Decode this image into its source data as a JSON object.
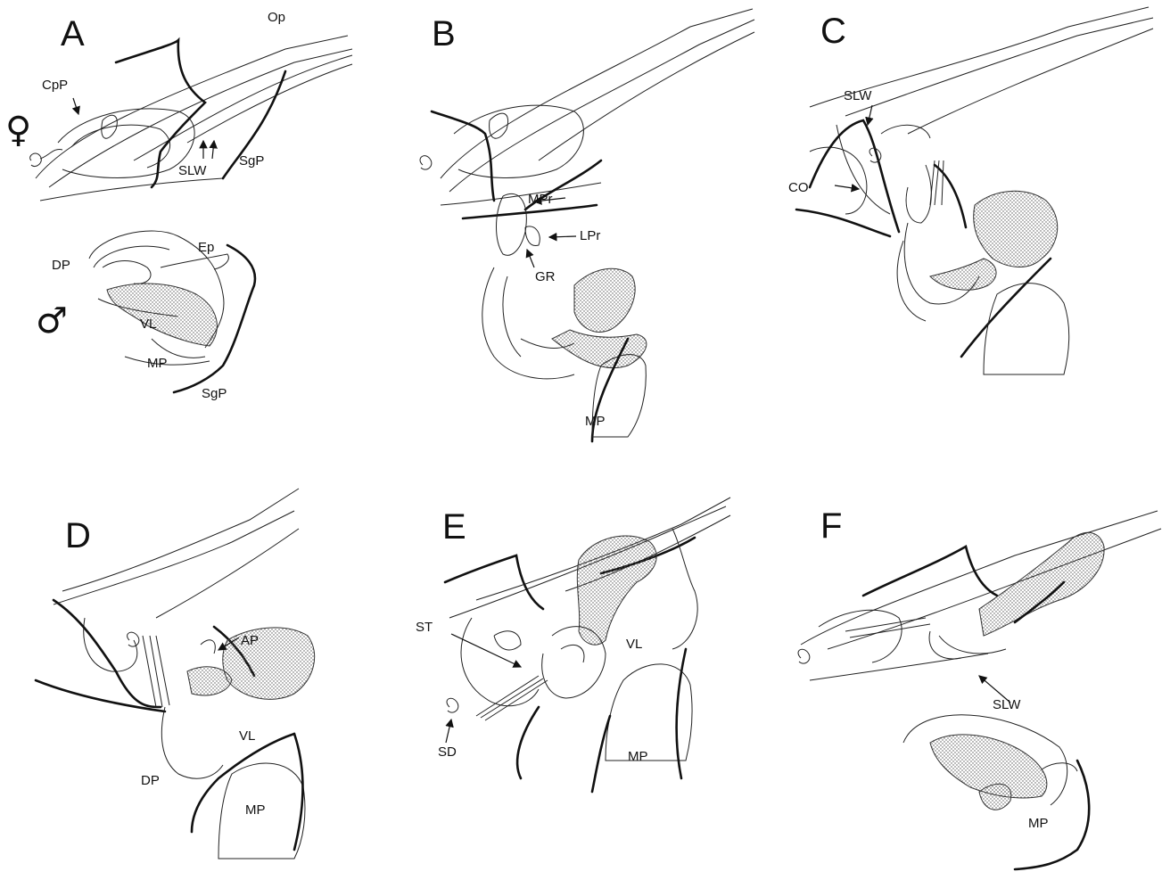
{
  "panels": [
    {
      "letter": "A",
      "labels": {
        "op": "Op",
        "cpp": "CpP",
        "slw": "SLW",
        "sgp_top": "SgP",
        "ep": "Ep",
        "dp": "DP",
        "vl": "VL",
        "mp": "MP",
        "sgp_bottom": "SgP"
      },
      "symbols": {
        "female": "♀",
        "male": "♂"
      }
    },
    {
      "letter": "B",
      "labels": {
        "mpr": "MPr",
        "lpr": "LPr",
        "gr": "GR",
        "mp": "MP"
      }
    },
    {
      "letter": "C",
      "labels": {
        "slw": "SLW",
        "co": "CO"
      }
    },
    {
      "letter": "D",
      "labels": {
        "ap": "AP",
        "vl": "VL",
        "dp": "DP",
        "mp": "MP"
      }
    },
    {
      "letter": "E",
      "labels": {
        "st": "ST",
        "vl": "VL",
        "sd": "SD",
        "mp": "MP"
      }
    },
    {
      "letter": "F",
      "labels": {
        "slw": "SLW",
        "mp": "MP"
      }
    }
  ]
}
